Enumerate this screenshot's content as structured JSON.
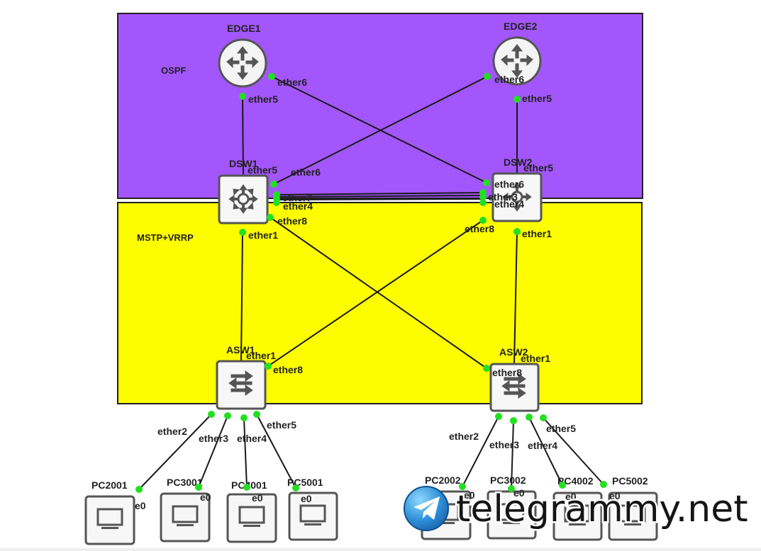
{
  "zones": {
    "ospf": {
      "label": "OSPF",
      "color": "#a356fb"
    },
    "mstp": {
      "label": "MSTP+VRRP",
      "color": "#fdfd00"
    }
  },
  "devices": {
    "edge1": "EDGE1",
    "edge2": "EDGE2",
    "dsw1": "DSW1",
    "dsw2": "DSW2",
    "asw1": "ASW1",
    "asw2": "ASW2",
    "pc2001": "PC2001",
    "pc3001": "PC3001",
    "pc4001": "PC4001",
    "pc5001": "PC5001",
    "pc2002": "PC2002",
    "pc3002": "PC3002",
    "pc4002": "PC4002",
    "pc5002": "PC5002"
  },
  "ports": {
    "ether1": "ether1",
    "ether2": "ether2",
    "ether3": "ether3",
    "ether4": "ether4",
    "ether5": "ether5",
    "ether6": "ether6",
    "ether7": "ether7",
    "ether8": "ether8",
    "e0": "e0"
  },
  "colors": {
    "port": "#22e01f",
    "link": "#1a1a1a",
    "device_border": "#555555"
  },
  "icons": {
    "router": "router-icon",
    "l3_switch": "multilayer-switch-icon",
    "switch": "switch-icon",
    "pc": "computer-icon",
    "watermark_logo": "telegram-logo"
  },
  "watermark": {
    "text": "telegrammy.net"
  }
}
